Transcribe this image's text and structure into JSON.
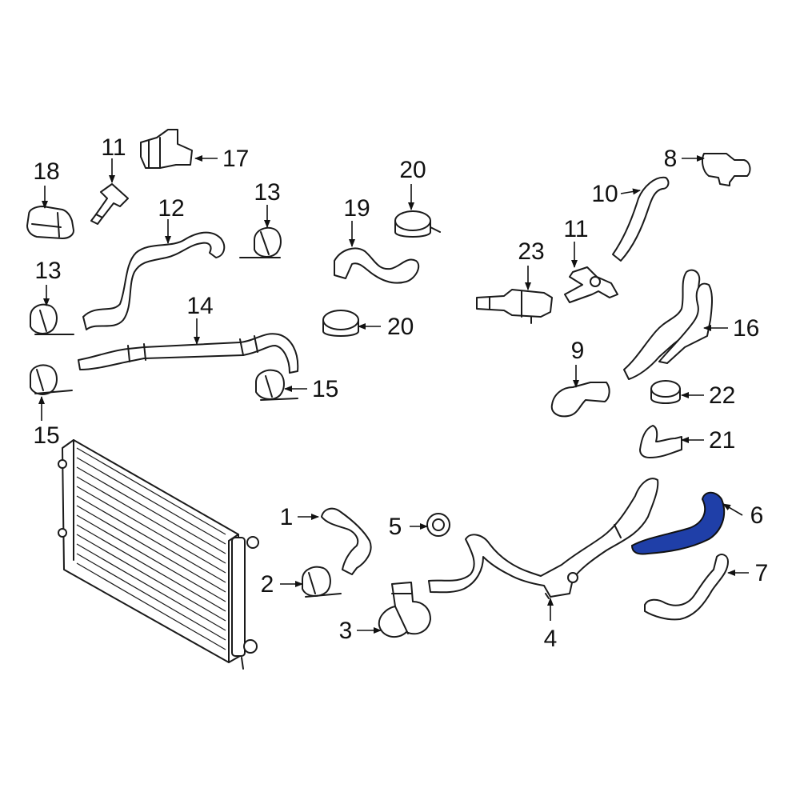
{
  "diagram": {
    "highlight_color": "#1f3fa8",
    "highlighted_part": "6",
    "callouts": {
      "c1": "1",
      "c2": "2",
      "c3": "3",
      "c4": "4",
      "c5": "5",
      "c6": "6",
      "c7": "7",
      "c8": "8",
      "c9": "9",
      "c10": "10",
      "c11a": "11",
      "c11b": "11",
      "c12": "12",
      "c13a": "13",
      "c13b": "13",
      "c14": "14",
      "c15a": "15",
      "c15b": "15",
      "c16": "16",
      "c17": "17",
      "c18": "18",
      "c19": "19",
      "c20a": "20",
      "c20b": "20",
      "c21": "21",
      "c22": "22",
      "c23": "23"
    }
  }
}
